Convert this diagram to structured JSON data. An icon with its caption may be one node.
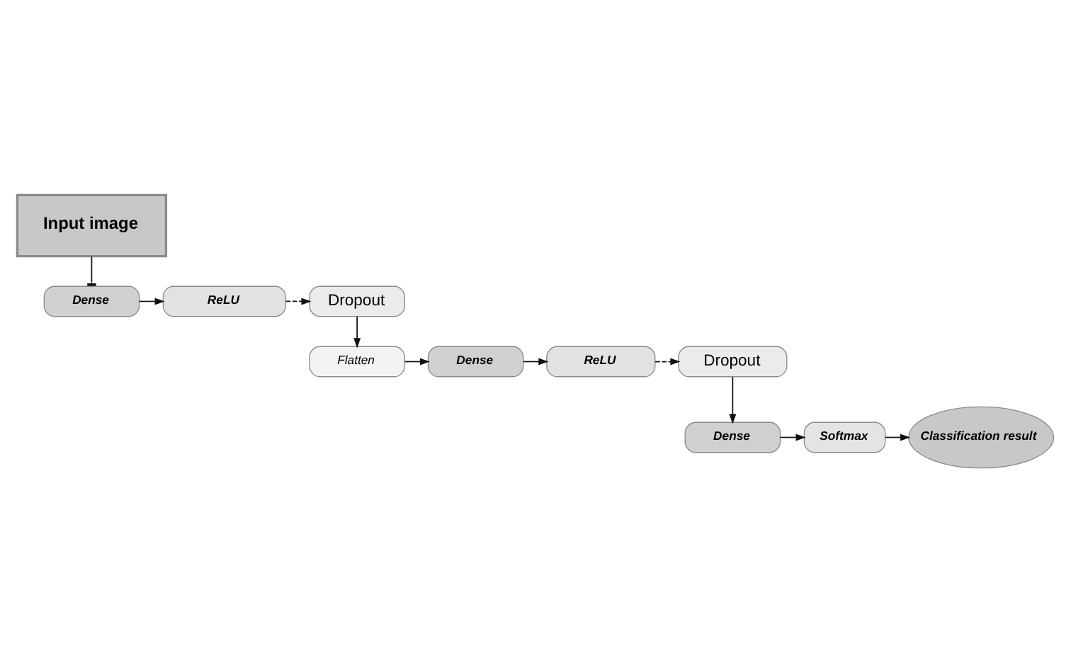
{
  "diagram": {
    "nodes": [
      {
        "text": [
          "Input image"
        ]
      },
      {
        "text": [
          "Dense"
        ]
      },
      {
        "text": [
          "ReLU"
        ]
      },
      {
        "text": [
          "Dropout"
        ]
      },
      {
        "text": [
          "Flatten"
        ]
      },
      {
        "text": [
          "Dense"
        ]
      },
      {
        "text": [
          "ReLU"
        ]
      },
      {
        "text": [
          "Dropout"
        ]
      },
      {
        "text": [
          "Dense"
        ]
      },
      {
        "text": [
          "Softmax"
        ]
      },
      {
        "text": [
          "Classification result"
        ]
      }
    ],
    "edges": [
      {
        "from": 0,
        "to": 1,
        "arrow": "other"
      },
      {
        "from": 1,
        "to": 2,
        "arrow": "to"
      },
      {
        "from": 2,
        "to": 3,
        "arrow": "to",
        "style": "dashed"
      },
      {
        "from": 3,
        "to": 4,
        "arrow": "to"
      },
      {
        "from": 4,
        "to": 5,
        "arrow": "to"
      },
      {
        "from": 5,
        "to": 6,
        "arrow": "to"
      },
      {
        "from": 6,
        "to": 7,
        "arrow": "to",
        "style": "dashed"
      },
      {
        "from": 7,
        "to": 8,
        "arrow": "to"
      },
      {
        "from": 8,
        "to": 9,
        "arrow": "to"
      },
      {
        "from": 9,
        "to": 10,
        "arrow": "to"
      }
    ]
  }
}
